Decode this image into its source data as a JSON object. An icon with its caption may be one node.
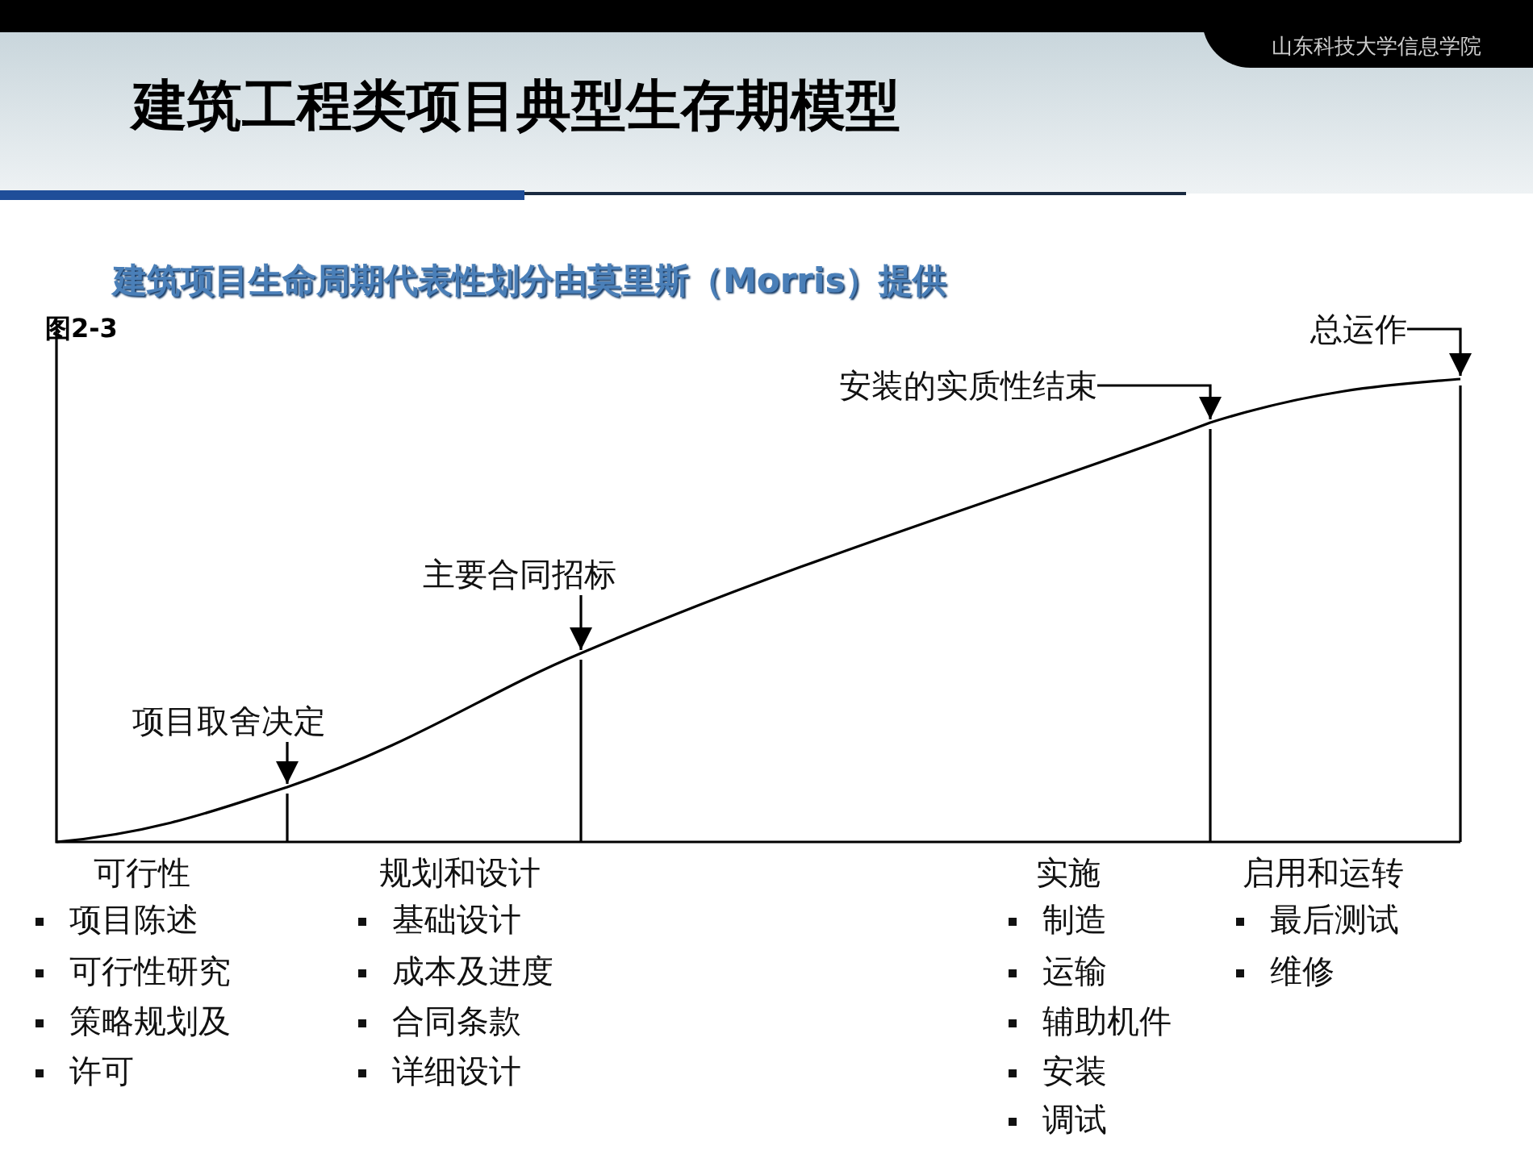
{
  "diagram": {
    "title": "建筑工程类项目典型生存期模型",
    "nodes": [
      {
        "text": [
          "项目取舍决定"
        ]
      },
      {
        "text": [
          "主要合同招标"
        ]
      },
      {
        "text": [
          "安装的实质性结束"
        ]
      },
      {
        "text": [
          "总运作"
        ]
      }
    ],
    "edges": [
      {
        "from": 0,
        "to": null,
        "arrow": "to"
      },
      {
        "from": 1,
        "to": null,
        "arrow": "to"
      },
      {
        "from": 2,
        "to": null,
        "arrow": "to"
      },
      {
        "from": 3,
        "to": null,
        "arrow": "to"
      }
    ],
    "labels": [
      "山东科技大学信息学院",
      "建筑项目生命周期代表性划分由莫里斯（Morris）提供",
      "图2-3",
      "可行性",
      "项目陈述",
      "可行性研究",
      "策略规划及",
      "许可",
      "规划和设计",
      "基础设计",
      "成本及进度",
      "合同条款",
      "详细设计",
      "实施",
      "制造",
      "运输",
      "辅助机件",
      "安装",
      "调试",
      "启用和运转",
      "最后测试",
      "维修"
    ]
  }
}
